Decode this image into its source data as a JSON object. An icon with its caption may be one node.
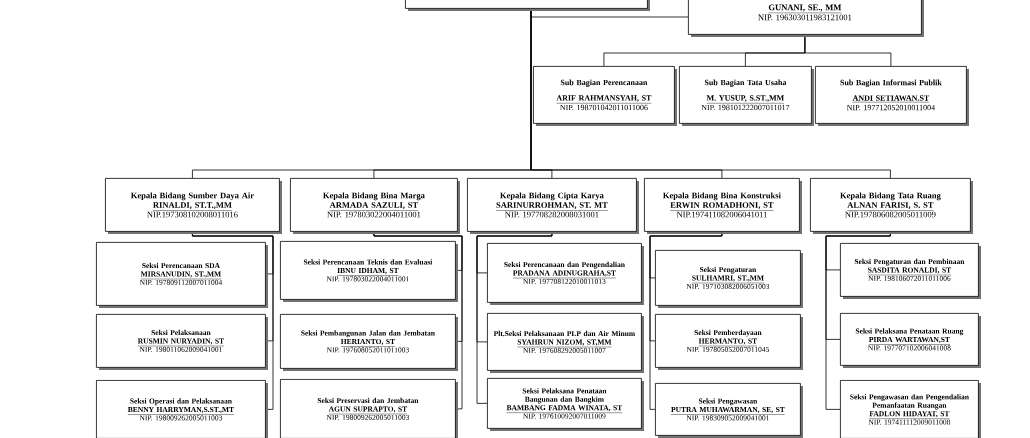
{
  "diagram": {
    "nodes": [
      {
        "text": [],
        "shape": "box"
      },
      {
        "text": [
          "GUNANI, SE., MM",
          "NIP. 196303011983121001"
        ]
      },
      {
        "text": [
          "Sub Bagian Perencanaan",
          "ARIF RAHMANSYAH, ST",
          "NIP. 198701042011011006"
        ]
      },
      {
        "text": [
          "Sub Bagian Tata Usaha",
          "M. YUSUP, S.ST.,MM",
          "NIP. 198101222007011017"
        ]
      },
      {
        "text": [
          "Sub Bagian Informasi Publik",
          "ANDI SETIAWAN.ST",
          "NIP. 197712052010011004"
        ]
      },
      {
        "text": [
          "Kepala Bidang Sumber Daya Air",
          "RINALDI, ST.T.,MM",
          "NIP.197308102008011016"
        ]
      },
      {
        "text": [
          "Kepala Bidang Bina Marga",
          "ARMADA SAZULI, ST",
          "NIP. 197803022004011001"
        ]
      },
      {
        "text": [
          "Kepala Bidang Cipta Karya",
          "SARINURROHMAN, ST. MT",
          "NIP. 197708282008031001"
        ]
      },
      {
        "text": [
          "Kepala Bidang Bina Konstruksi",
          "ERWIN ROMADHONI, ST",
          "NIP.197411082006041011"
        ]
      },
      {
        "text": [
          "Kepala Bidang Tata Ruang",
          "ALNAN FARISI, S. ST",
          "NIP.197806082005011009"
        ]
      },
      {
        "text": [
          "Seksi Perencanaan SDA",
          "MIRSANUDIN, ST.,MM",
          "NIP. 197809112007011004"
        ]
      },
      {
        "text": [
          "Seksi Pelaksanaan",
          "RUSMIN NURYADIN, ST",
          "NIP. 198011062009041001"
        ]
      },
      {
        "text": [
          "Seksi Operasi dan Pelaksanaan",
          "BENNY HARRYMAN,S.ST.,MT",
          "NIP. 198009262005011003"
        ]
      },
      {
        "text": [
          "Seksi Perencanaan Teknis dan Evaluasi",
          "IBNU IDHAM, ST",
          "NIP. 197803022004011001"
        ]
      },
      {
        "text": [
          "Seksi Pembangunan Jalan dan Jembatan",
          "HERIANTO, ST",
          "NIP. 197608052011011003"
        ]
      },
      {
        "text": [
          "Seksi Preservasi dan Jembatan",
          "AGUN SUPRAPTO, ST",
          "NIP. 198009262005011003"
        ]
      },
      {
        "text": [
          "Seksi Perencanaan dan Pengendalian",
          "PRADANA ADINUGRAHA,ST",
          "NIP. 197708122010011013"
        ]
      },
      {
        "text": [
          "Plt.Seksi Pelaksanaan PLP dan Air Minum",
          "SYAHRUN NIZOM, ST,MM",
          "NIP. 197608292005011007"
        ]
      },
      {
        "text": [
          "Seksi Pelaksana Penataan Bangunan dan Bangkim",
          "BAMBANG FADMA WINATA, ST",
          "NIP. 197610092007011009"
        ]
      },
      {
        "text": [
          "Seksi Pengaturan",
          "SULHAMRI, ST.,MM",
          "NIP. 197103082006051003"
        ]
      },
      {
        "text": [
          "Seksi Pemberdayaan",
          "HERMANTO, ST",
          "NIP. 197805052007011045"
        ]
      },
      {
        "text": [
          "Seksi Pengawasan",
          "PUTRA MUHAWARMAN, SE, ST",
          "NIP. 198309052009041001"
        ]
      },
      {
        "text": [
          "Seksi Pengaturan dan Pembinaan",
          "SASDITA RONALDI, ST",
          "NIP. 198106072011011006"
        ]
      },
      {
        "text": [
          "Seksi Pelaksana Penataan Ruang",
          "PIRDA WARTAWAN,ST",
          "NIP. 197707102006041008"
        ]
      },
      {
        "text": [
          "Seksi Pengawasan dan Pengendalian Pemanfaatan Ruangan",
          "FADLON HIDAYAT, ST",
          "NIP. 197411112009011008"
        ]
      }
    ],
    "edges": [
      {
        "from": 0,
        "to": 1,
        "arrow": "none"
      },
      {
        "from": 1,
        "to": 2,
        "arrow": "none"
      },
      {
        "from": 1,
        "to": 3,
        "arrow": "none"
      },
      {
        "from": 1,
        "to": 4,
        "arrow": "none"
      },
      {
        "from": 0,
        "to": 5,
        "arrow": "none"
      },
      {
        "from": 0,
        "to": 6,
        "arrow": "none"
      },
      {
        "from": 0,
        "to": 7,
        "arrow": "none"
      },
      {
        "from": 0,
        "to": 8,
        "arrow": "none"
      },
      {
        "from": 0,
        "to": 9,
        "arrow": "none"
      },
      {
        "from": 5,
        "to": 10,
        "arrow": "none"
      },
      {
        "from": 5,
        "to": 11,
        "arrow": "none"
      },
      {
        "from": 5,
        "to": 12,
        "arrow": "none"
      },
      {
        "from": 6,
        "to": 13,
        "arrow": "none"
      },
      {
        "from": 6,
        "to": 14,
        "arrow": "none"
      },
      {
        "from": 6,
        "to": 15,
        "arrow": "none"
      },
      {
        "from": 7,
        "to": 16,
        "arrow": "none"
      },
      {
        "from": 7,
        "to": 17,
        "arrow": "none"
      },
      {
        "from": 7,
        "to": 18,
        "arrow": "none"
      },
      {
        "from": 8,
        "to": 19,
        "arrow": "none"
      },
      {
        "from": 8,
        "to": 20,
        "arrow": "none"
      },
      {
        "from": 8,
        "to": 21,
        "arrow": "none"
      },
      {
        "from": 9,
        "to": 22,
        "arrow": "none"
      },
      {
        "from": 9,
        "to": 23,
        "arrow": "none"
      },
      {
        "from": 9,
        "to": 24,
        "arrow": "none"
      }
    ]
  }
}
